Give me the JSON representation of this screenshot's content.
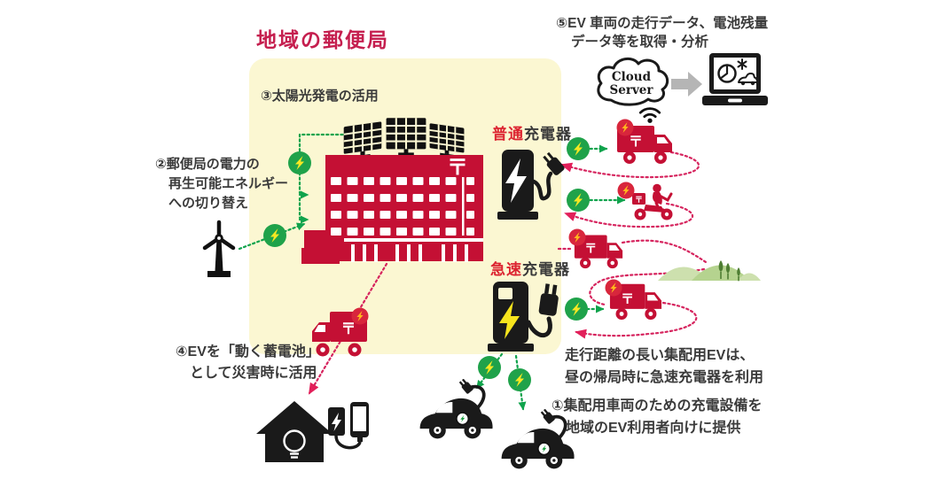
{
  "title": "地域の郵便局",
  "notes": {
    "solar": "③太陽光発電の活用",
    "renewable1": "②郵便局の電力の",
    "renewable2": "再生可能エネルギー",
    "renewable3": "への切り替え",
    "data1": "⑤EV 車両の走行データ、電池残量",
    "data2": "データ等を取得・分析",
    "battery1": "④EVを「動く蓄電池」",
    "battery2": "として災害時に活用",
    "rapid1": "走行距離の長い集配用EVは、",
    "rapid2": "昼の帰局時に急速充電器を利用",
    "provide1": "①集配用車両のための充電設備を",
    "provide2": "地域のEV利用者向けに提供"
  },
  "chargers": {
    "normal_type": "普通",
    "normal_device": "充電器",
    "rapid_type": "急速",
    "rapid_device": "充電器"
  },
  "cloud": {
    "line1": "Cloud",
    "line2": "Server"
  },
  "postal_mark": "〒",
  "icons": {
    "lightning-bolt": "⚡",
    "wifi": "signal arcs",
    "postal-mark": "〒"
  },
  "colors": {
    "postal_red": "#C41034",
    "title_red": "#C51F4F",
    "charger_label_red": "#DC2430",
    "dashed_red": "#D6245E",
    "green": "#0FA34C",
    "green_circle": "#1FA24A",
    "bolt_yellow": "#F6E823",
    "badge_red": "#D8263C",
    "badge_bolt_yellow": "#FFB81C",
    "yellow_panel_bg": "#FBF7D2",
    "hill_light_green": "#CDE0AE",
    "hill_green": "#B5D38F",
    "tree_green": "#4E7D33",
    "gray_arrow": "#B5B5B5",
    "ink": "#1a1a1a"
  }
}
